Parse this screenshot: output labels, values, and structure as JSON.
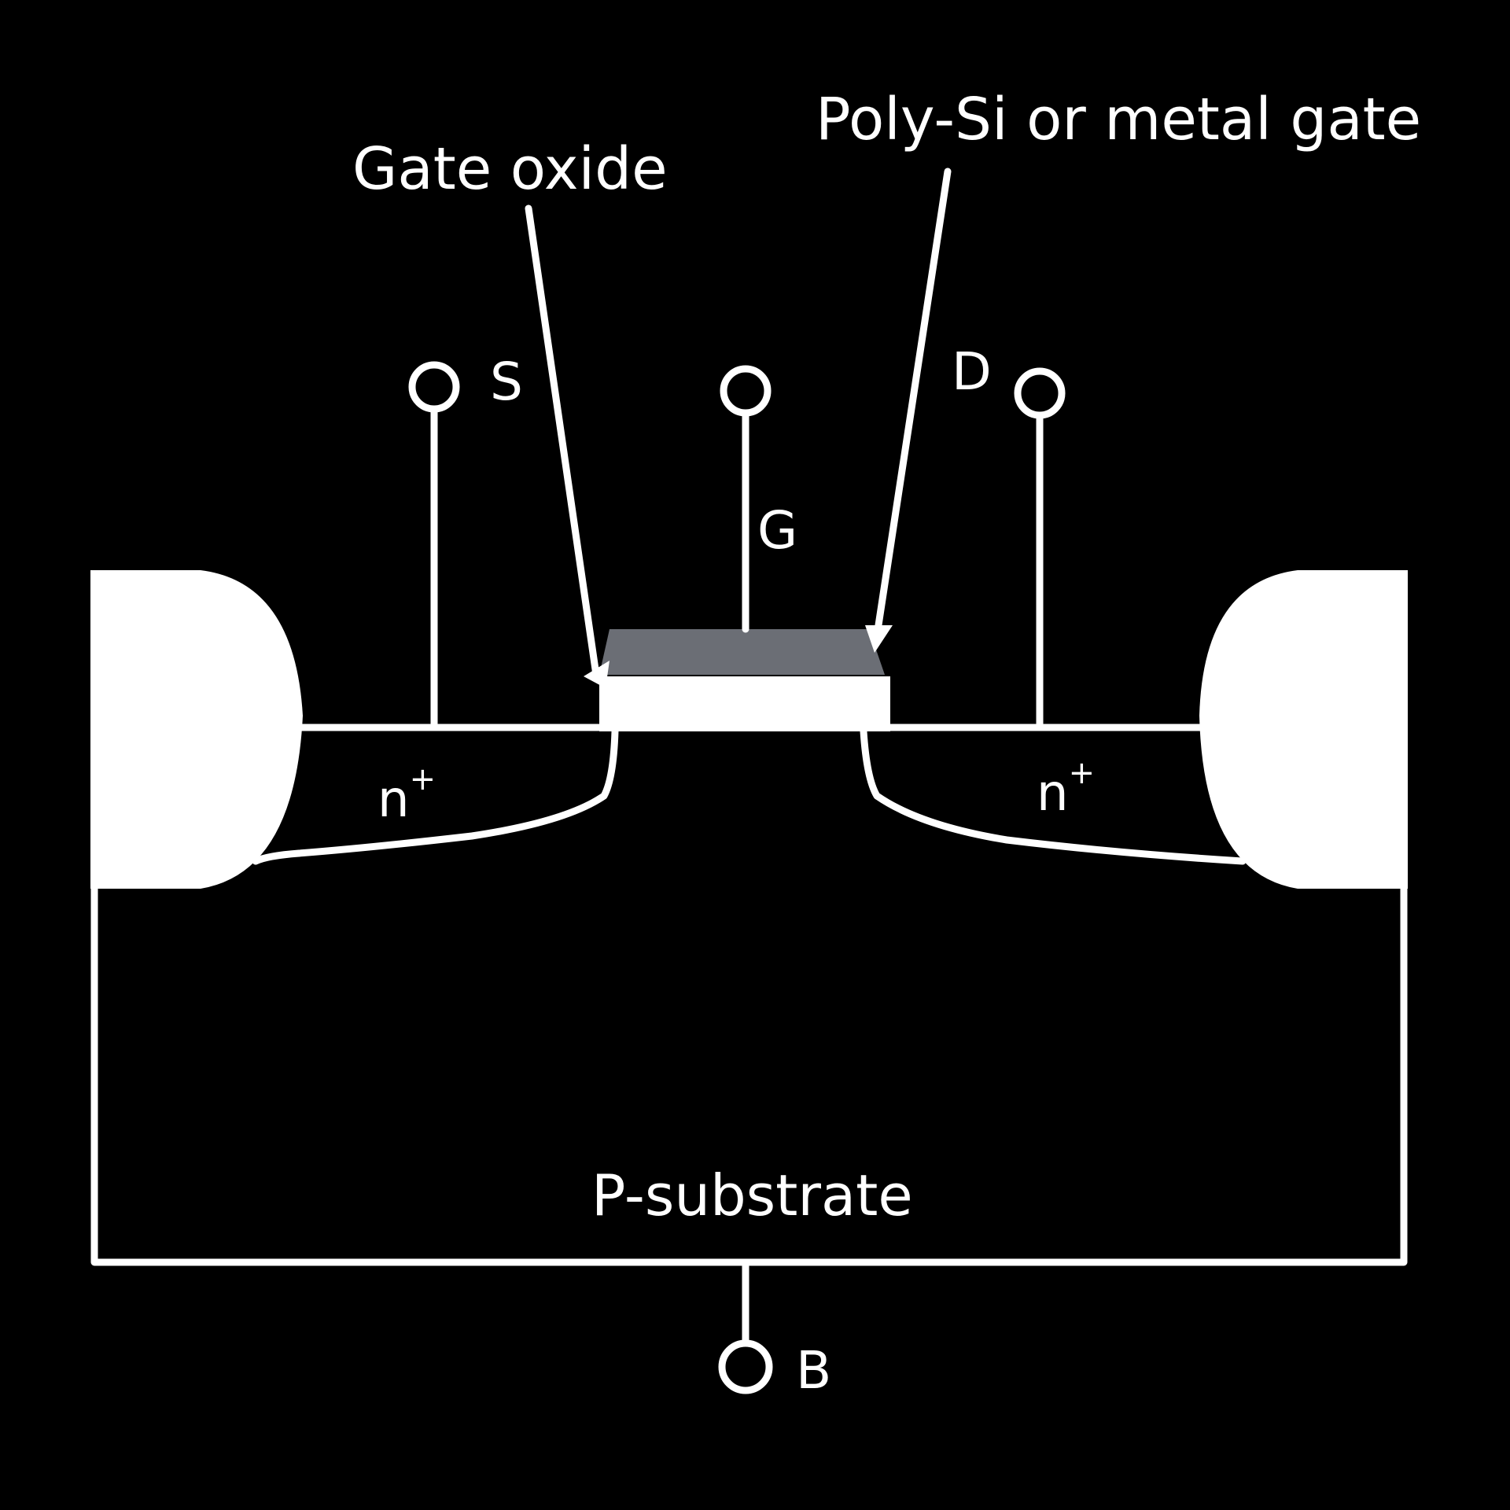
{
  "labels": {
    "gate_oxide": "Gate oxide",
    "gate_material": "Poly-Si or metal gate",
    "source": "S",
    "gate": "G",
    "drain": "D",
    "body": "B",
    "source_region": "n",
    "source_region_sup": "+",
    "drain_region": "n",
    "drain_region_sup": "+",
    "substrate": "P-substrate"
  },
  "colors": {
    "background": "#000000",
    "line": "#ffffff",
    "gate_material": "#6b6e75",
    "gate_oxide": "#ffffff",
    "isolation": "#ffffff"
  }
}
